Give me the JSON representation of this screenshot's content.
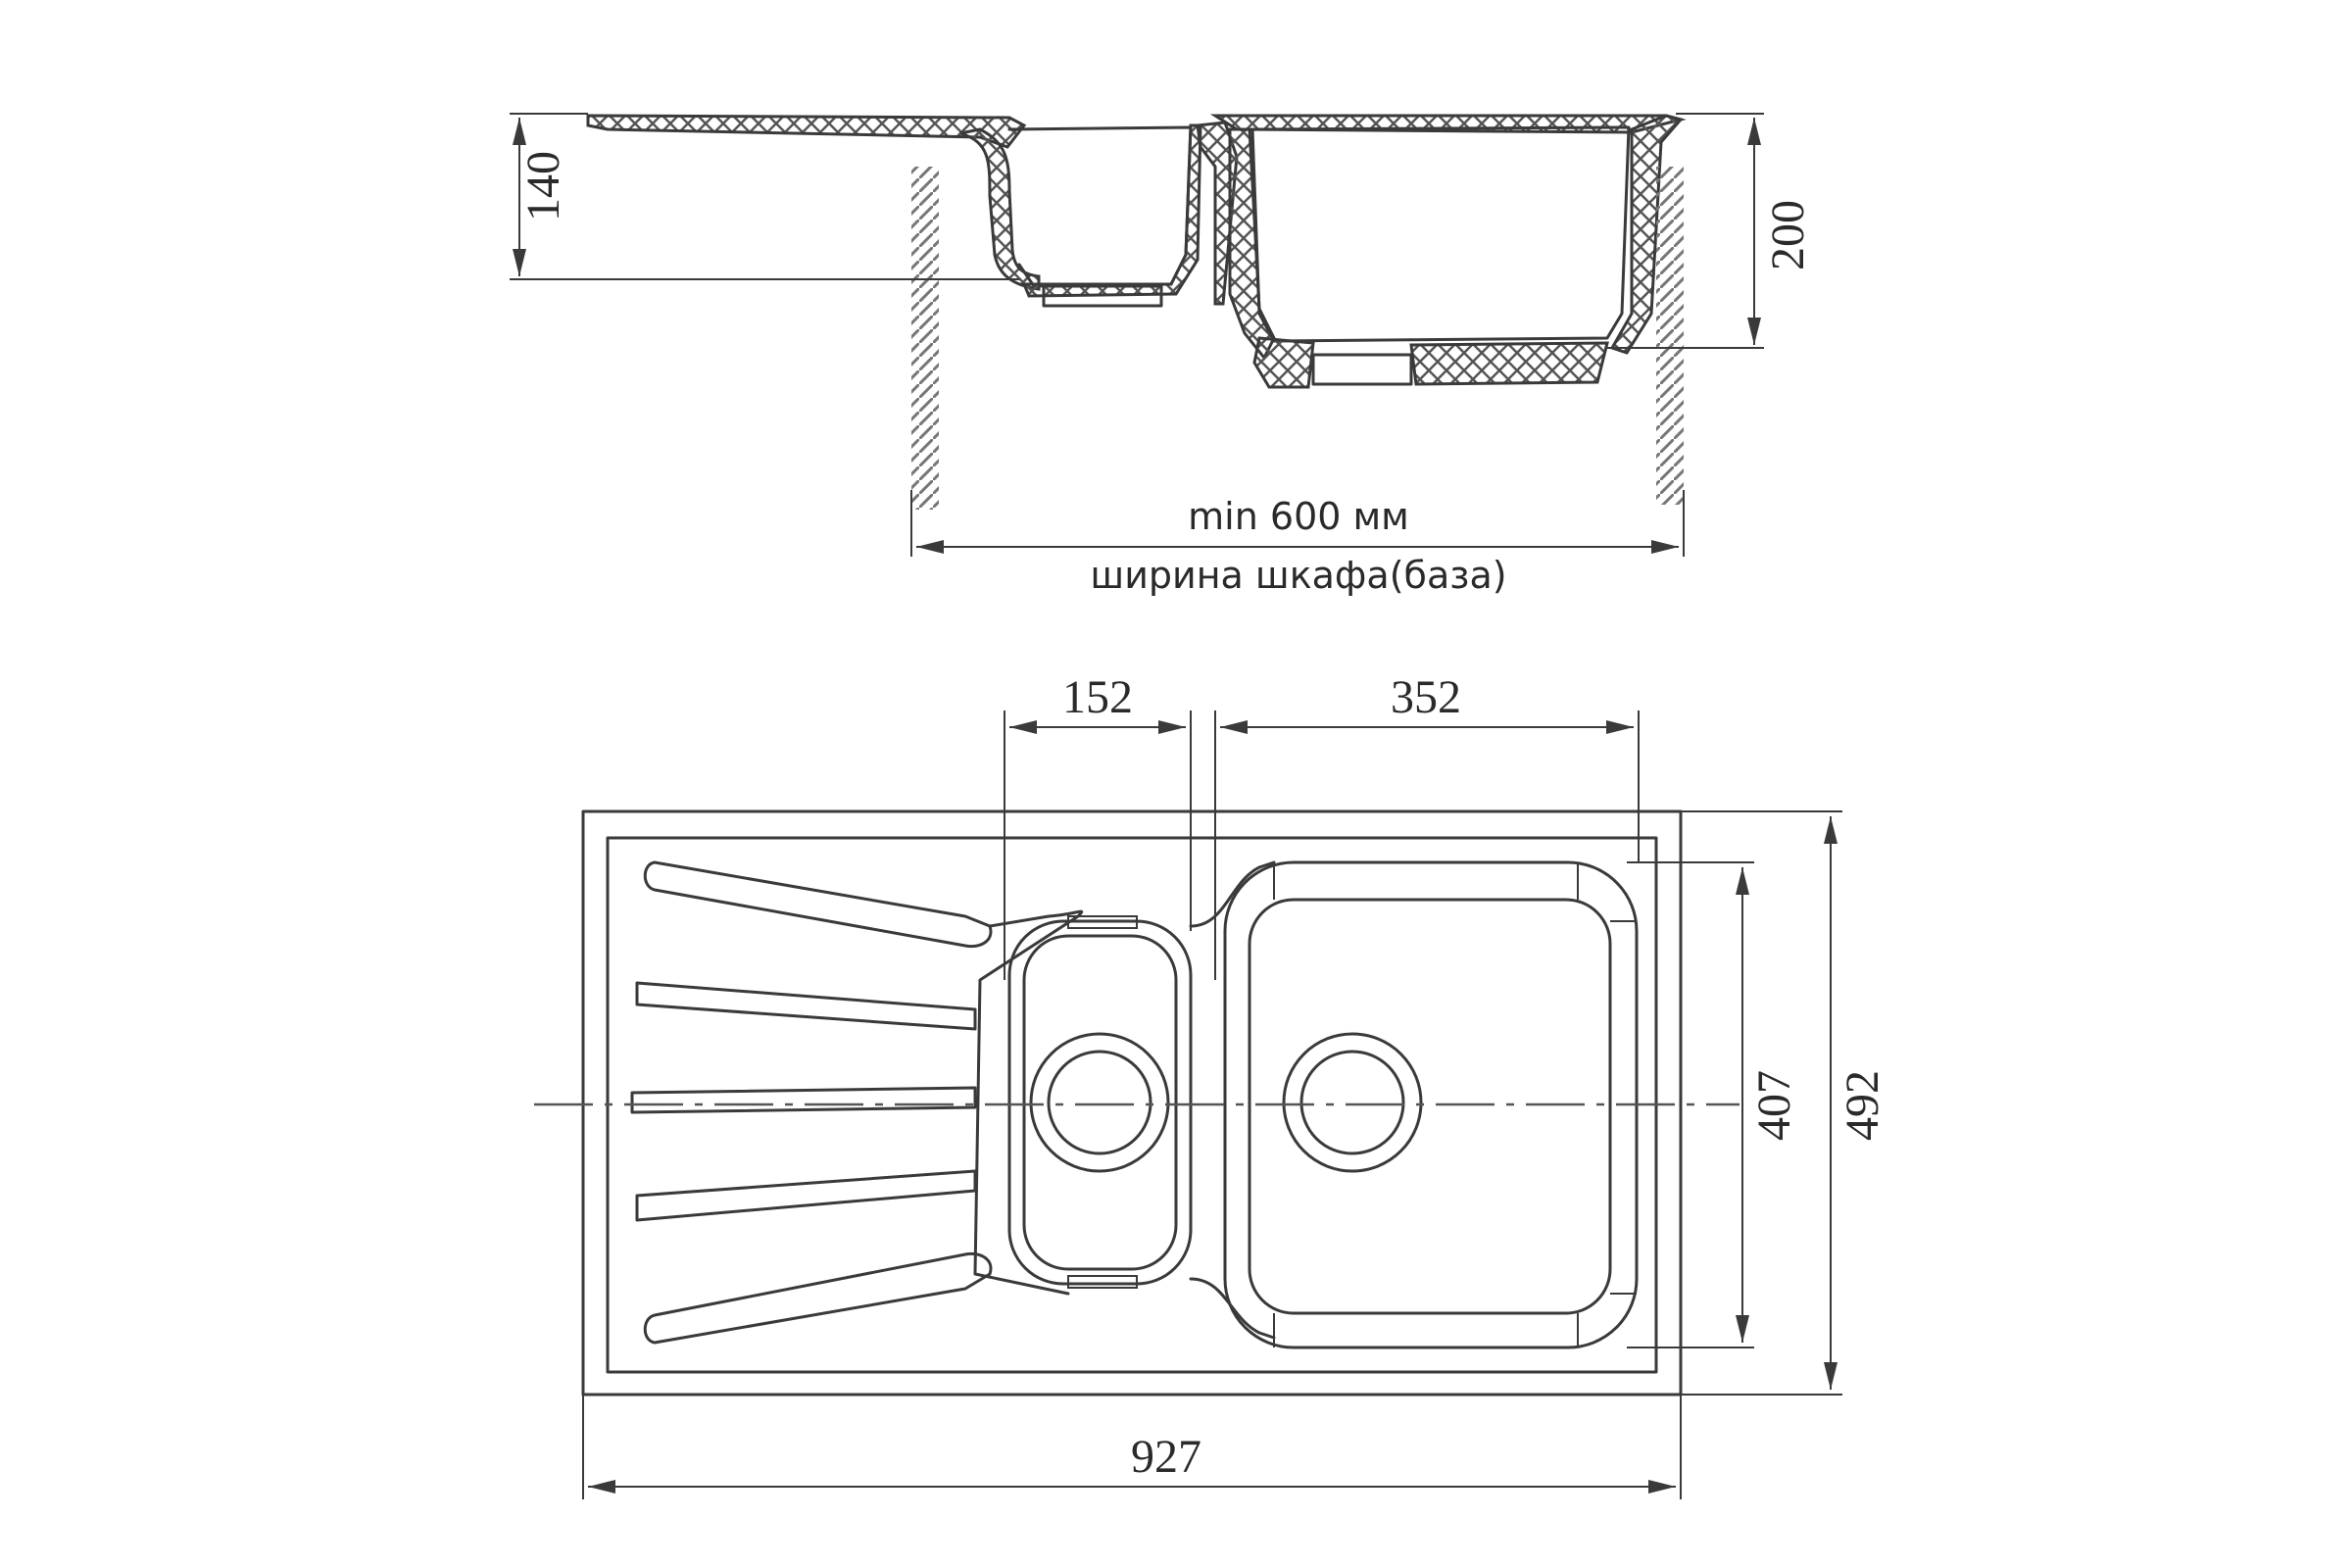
{
  "section_view": {
    "dim_drainer_depth": "140",
    "dim_bowl_depth": "200",
    "cabinet_width_value": "min 600 мм",
    "cabinet_width_label": "ширина шкафа(база)"
  },
  "plan_view": {
    "dim_small_bowl_width": "152",
    "dim_main_bowl_width": "352",
    "dim_bowl_length": "407",
    "dim_overall_depth": "492",
    "dim_overall_width": "927"
  },
  "colors": {
    "line": "#3a3a3a",
    "hatch": "#9a9a9a"
  }
}
